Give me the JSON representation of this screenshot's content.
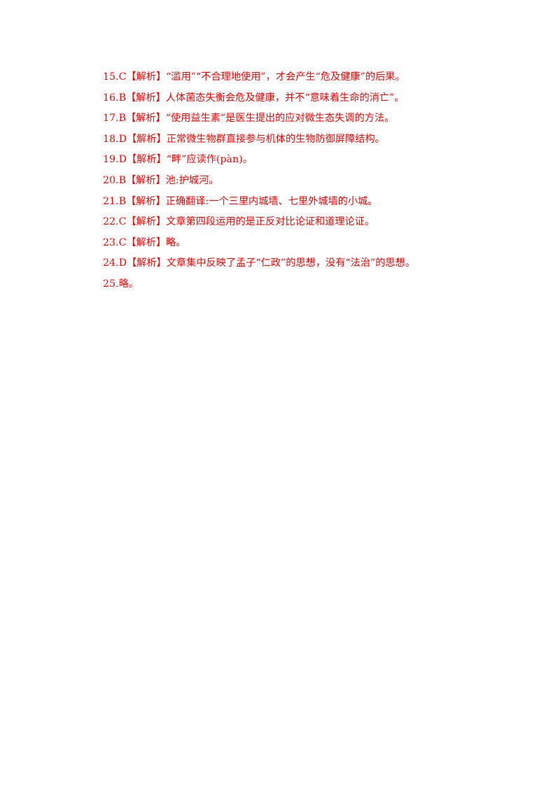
{
  "document": {
    "answers": [
      "15.C【解析】“滥用”“不合理地使用”，才会产生“危及健康”的后果。",
      "16.B【解析】人体菌态失衡会危及健康，并不“意味着生命的消亡”。",
      "17.B【解析】“使用益生素”是医生提出的应对微生态失调的方法。",
      "18.D【解析】正常微生物群直接参与机体的生物防御屏障结构。",
      "19.D【解析】“畔”应读作(pàn)。",
      "20.B【解析】池:护城河。",
      "21.B【解析】正确翻译:一个三里内城墙、七里外城墙的小城。",
      "22.C【解析】文章第四段运用的是正反对比论证和道理论证。",
      "23.C【解析】略。",
      "24.D【解析】文章集中反映了孟子“仁政”的思想，没有“法治”的思想。",
      "25.略。"
    ]
  },
  "colors": {
    "text": "#ff0000",
    "background": "#ffffff"
  }
}
